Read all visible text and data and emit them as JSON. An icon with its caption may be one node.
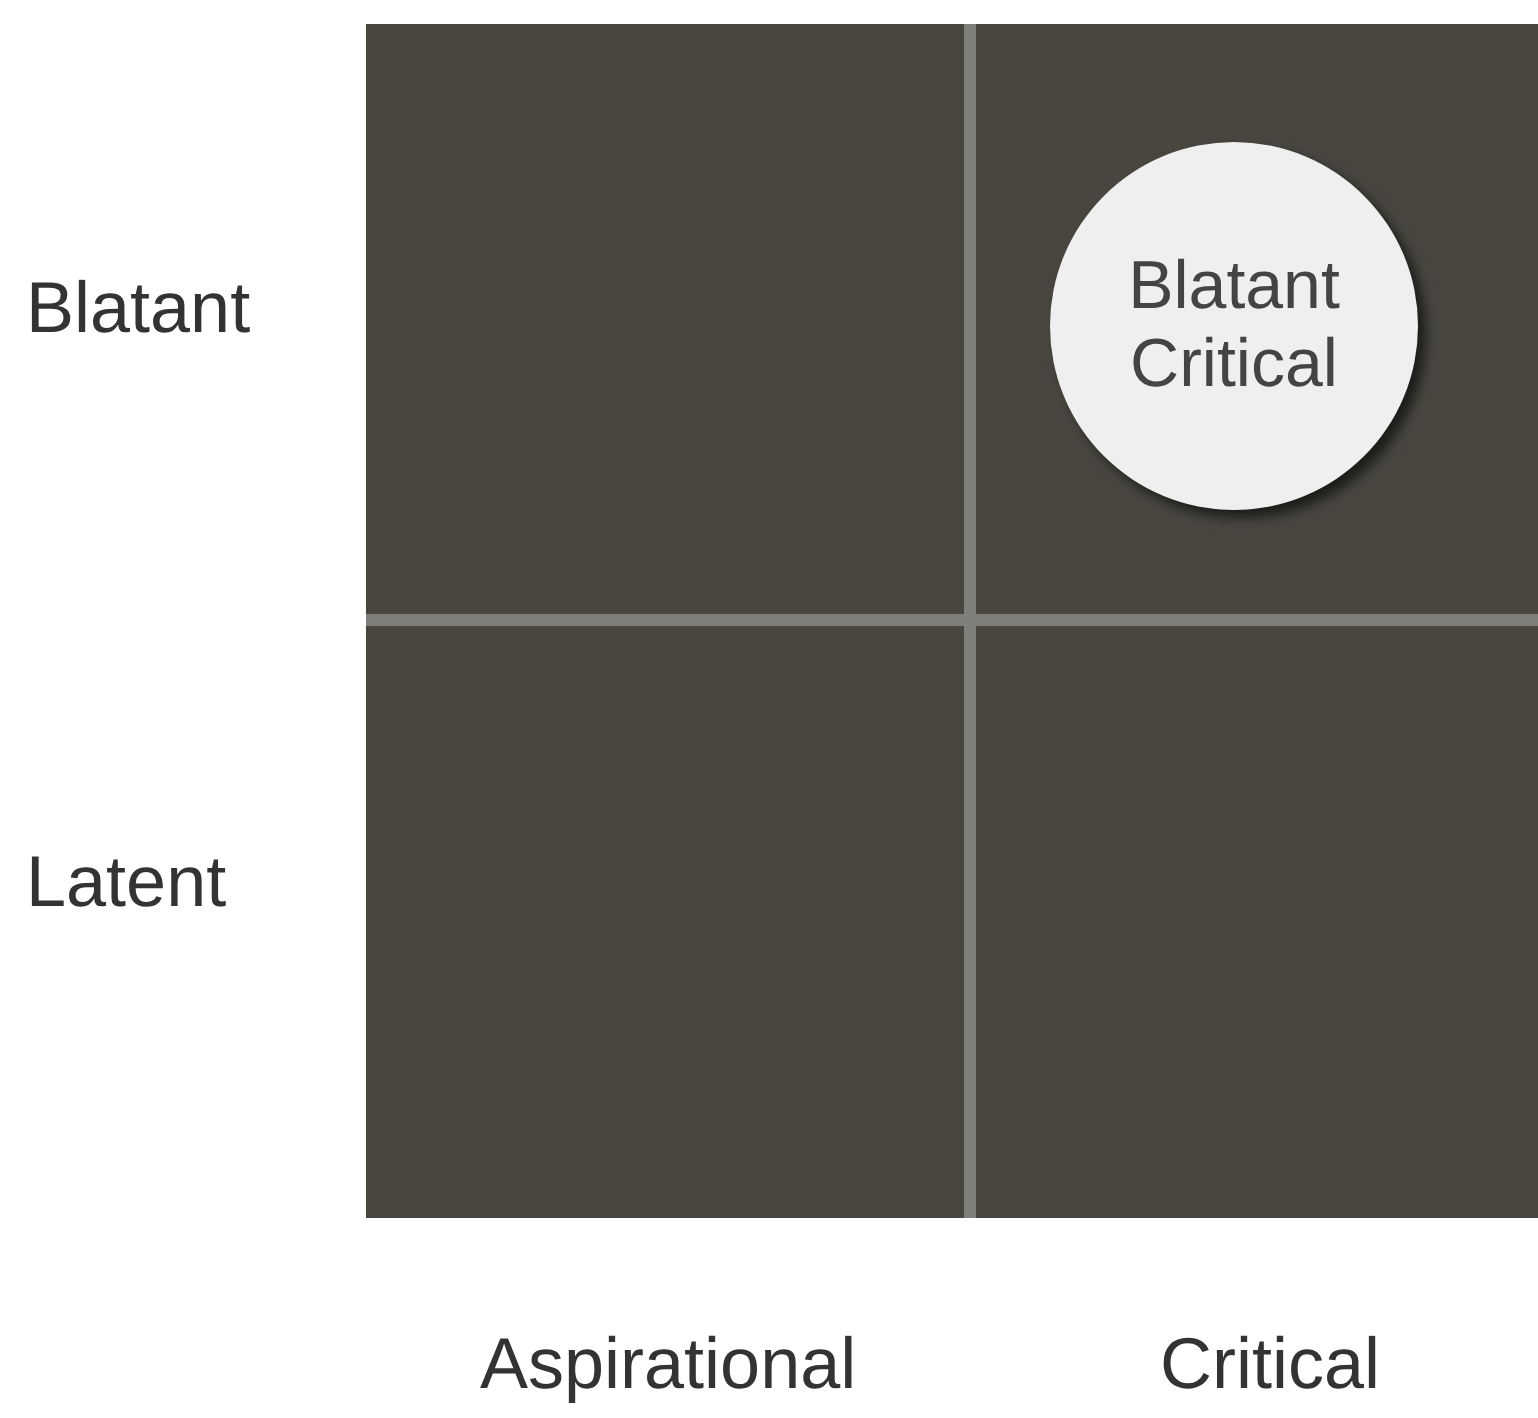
{
  "diagram": {
    "nodes": [
      {
        "text": [
          "Blatant Critical"
        ]
      }
    ],
    "labels": [
      "Blatant",
      "Latent",
      "Aspirational",
      "Critical"
    ]
  }
}
